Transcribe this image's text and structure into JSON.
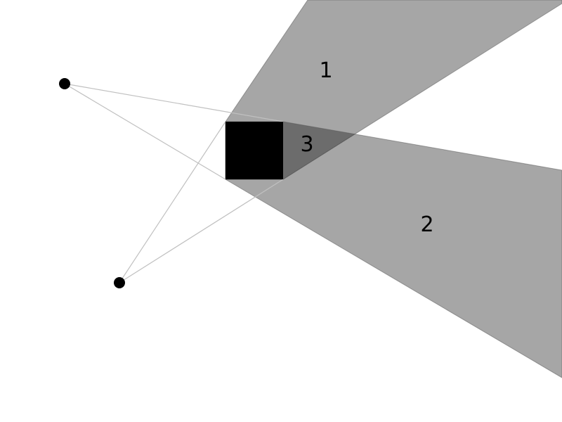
{
  "labels": {
    "region1": "1",
    "region2": "2",
    "region3": "3"
  },
  "colors": {
    "shadow": "#000000",
    "ray": "#c0c0c0",
    "occluder": "#000000",
    "light": "#000000"
  }
}
